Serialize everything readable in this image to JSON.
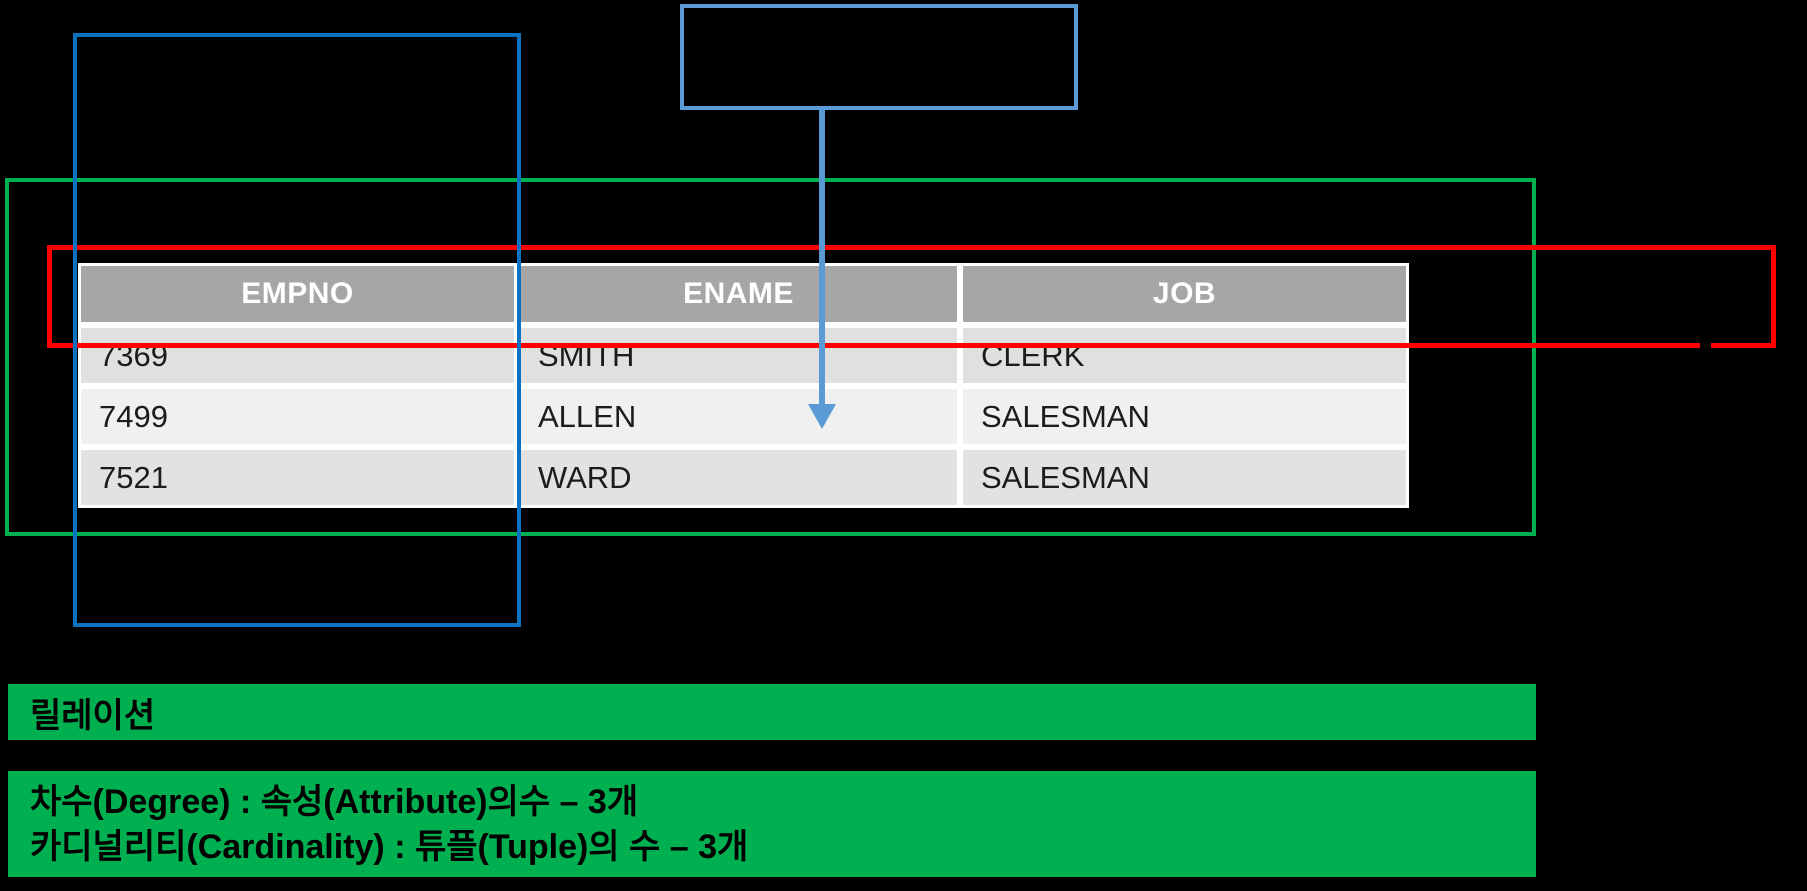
{
  "slide": {
    "background": "#000000"
  },
  "table": {
    "columns": [
      "EMPNO",
      "ENAME",
      "JOB"
    ],
    "rows": [
      [
        "7369",
        "SMITH",
        "CLERK"
      ],
      [
        "7499",
        "ALLEN",
        "SALESMAN"
      ],
      [
        "7521",
        "WARD",
        "SALESMAN"
      ]
    ],
    "colors": {
      "header_bg": "#A6A6A6",
      "header_text": "#FFFFFF",
      "row_odd_bg": "#E0E0E0",
      "row_even_bg": "#F0F0F0",
      "row_last_bg": "#E2E2E2",
      "grid": "#FFFFFF",
      "cell_text": "#1C1C1C"
    }
  },
  "annotations": {
    "attribute_column_outline_color": "#0B72C2",
    "callout_box_color": "#5B9BD5",
    "arrow_color": "#5B9BD5",
    "relation_outline_color": "#00B050",
    "tuple_row_outline_color": "#FF0000"
  },
  "captions": {
    "bar_bg": "#00B050",
    "text_color": "#000000",
    "relation_label": "릴레이션",
    "degree_line": "차수(Degree) : 속성(Attribute)의수 – 3개",
    "cardinality_line": "카디널리티(Cardinality) : 튜플(Tuple)의 수 – 3개"
  }
}
